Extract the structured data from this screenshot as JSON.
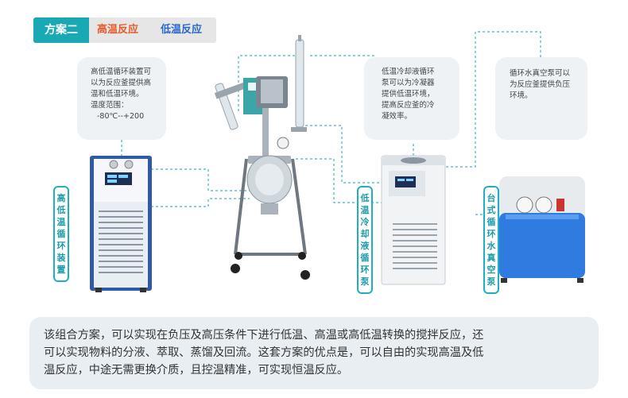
{
  "header": {
    "tag": "方案二",
    "title_high": "高温反应",
    "title_low": "低温反应"
  },
  "bubbles": {
    "high_low_circulator": [
      "高低温循环装置可",
      "以为反应釜提供高",
      "温和低温环境。",
      "温度范围：",
      "-80℃--+200"
    ],
    "low_temp_chiller": [
      "低温冷却液循环",
      "泵可以为冷凝器",
      "提供低温环境，",
      "提高反应釜的冷",
      "凝效率。"
    ],
    "vacuum_pump": [
      "循环水真空泵可以",
      "为反应釜提供负压",
      "环境。"
    ]
  },
  "labels": {
    "high_low_circulator": [
      "高",
      "低",
      "温",
      "循",
      "环",
      "装",
      "置"
    ],
    "low_temp_chiller": [
      "低",
      "温",
      "冷",
      "却",
      "液",
      "循",
      "环",
      "泵"
    ],
    "vacuum_pump": [
      "台",
      "式",
      "循",
      "环",
      "水",
      "真",
      "空",
      "泵"
    ]
  },
  "summary": [
    "该组合方案，可以实现在负压及高压条件下进行低温、高温或高低温转换的搅拌反应，还",
    "可以实现物料的分液、萃取、蒸馏及回流。这套方案的优点是，可以自由的实现高温及低",
    "温反应，中途无需更换介质，且控温精准，可实现恒温反应。"
  ],
  "colors": {
    "accent": "#18a9b5",
    "high": "#e55b2c",
    "low": "#2a68c9",
    "dash": "#3ab6c5"
  }
}
